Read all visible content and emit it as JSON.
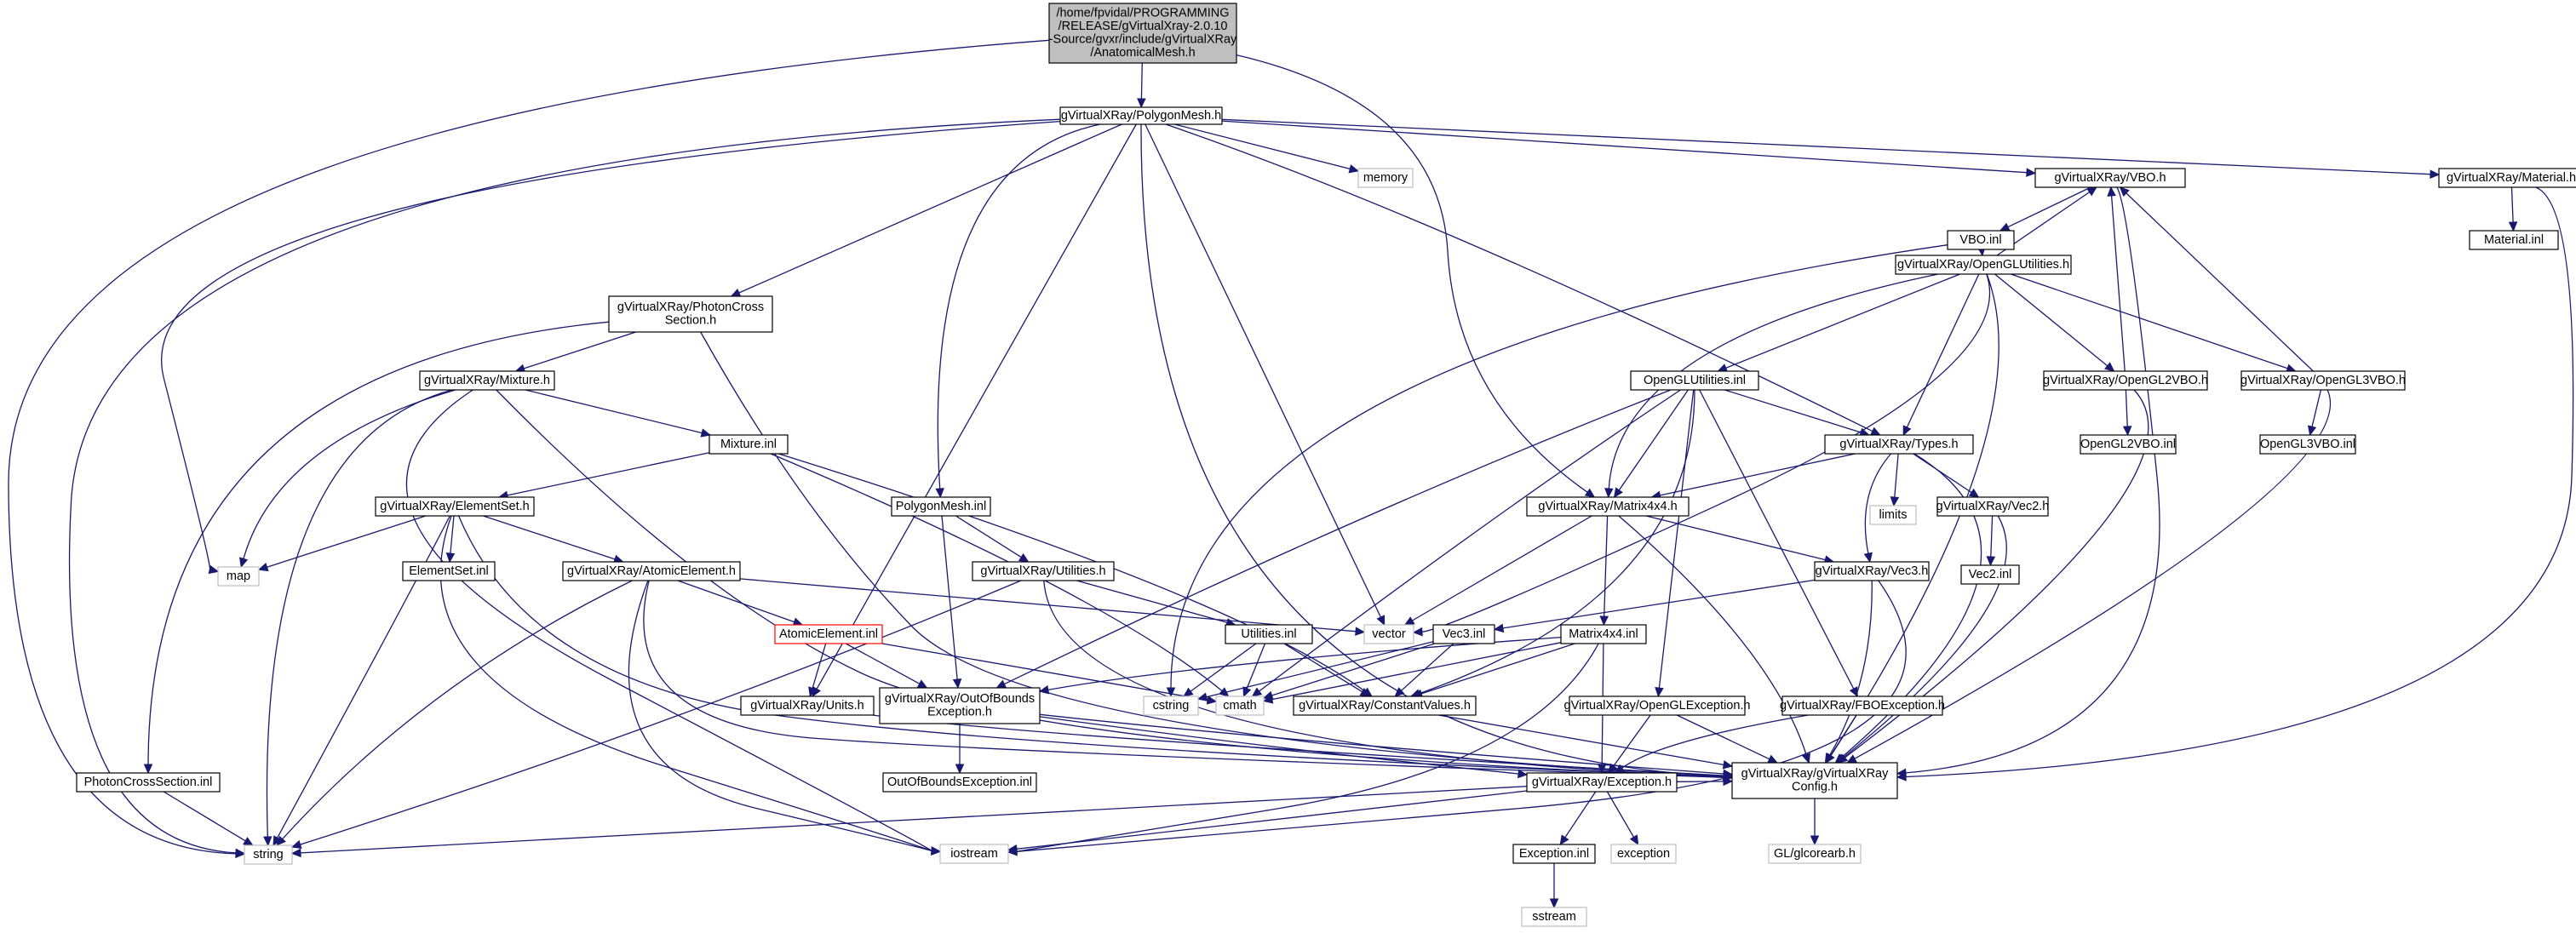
{
  "colors": {
    "edge": "#191970",
    "root_fill": "#bfbfbf",
    "node_border": "#000000",
    "ext_border": "#bfbfbf",
    "highlight_border": "#ff0000",
    "fill": "#ffffff"
  },
  "nodes": {
    "root": [
      "/home/fpvidal/PROGRAMMING",
      "/RELEASE/gVirtualXray-2.0.10",
      "-Source/gvxr/include/gVirtualXRay",
      "/AnatomicalMesh.h"
    ],
    "polygonmesh": [
      "gVirtualXRay/PolygonMesh.h"
    ],
    "string": [
      "string"
    ],
    "map": [
      "map"
    ],
    "memory": [
      "memory"
    ],
    "vbo_h": [
      "gVirtualXRay/VBO.h"
    ],
    "material_h": [
      "gVirtualXRay/Material.h"
    ],
    "material_inl": [
      "Material.inl"
    ],
    "vbo_inl": [
      "VBO.inl"
    ],
    "photoncross_h": [
      "gVirtualXRay/PhotonCross",
      "Section.h"
    ],
    "opengl_util_h": [
      "gVirtualXRay/OpenGLUtilities.h"
    ],
    "mixture_h": [
      "gVirtualXRay/Mixture.h"
    ],
    "opengl_util_inl": [
      "OpenGLUtilities.inl"
    ],
    "opengl2vbo_h": [
      "gVirtualXRay/OpenGL2VBO.h"
    ],
    "opengl3vbo_h": [
      "gVirtualXRay/OpenGL3VBO.h"
    ],
    "mixture_inl": [
      "Mixture.inl"
    ],
    "types_h": [
      "gVirtualXRay/Types.h"
    ],
    "opengl2vbo_inl": [
      "OpenGL2VBO.inl"
    ],
    "opengl3vbo_inl": [
      "OpenGL3VBO.inl"
    ],
    "elementset_h": [
      "gVirtualXRay/ElementSet.h"
    ],
    "polygonmesh_inl": [
      "PolygonMesh.inl"
    ],
    "limits": [
      "limits"
    ],
    "matrix4x4_h": [
      "gVirtualXRay/Matrix4x4.h"
    ],
    "vec2_h": [
      "gVirtualXRay/Vec2.h"
    ],
    "vec2_inl": [
      "Vec2.inl"
    ],
    "elementset_inl": [
      "ElementSet.inl"
    ],
    "atomicelement_h": [
      "gVirtualXRay/AtomicElement.h"
    ],
    "utilities_h": [
      "gVirtualXRay/Utilities.h"
    ],
    "vec3_h": [
      "gVirtualXRay/Vec3.h"
    ],
    "vector": [
      "vector"
    ],
    "vec3_inl": [
      "Vec3.inl"
    ],
    "atomicelement_inl": [
      "AtomicElement.inl"
    ],
    "utilities_inl": [
      "Utilities.inl"
    ],
    "matrix4x4_inl": [
      "Matrix4x4.inl"
    ],
    "units_h": [
      "gVirtualXRay/Units.h"
    ],
    "outofbounds_h": [
      "gVirtualXRay/OutOfBounds",
      "Exception.h"
    ],
    "cstring": [
      "cstring"
    ],
    "cmath": [
      "cmath"
    ],
    "constantvalues_h": [
      "gVirtualXRay/ConstantValues.h"
    ],
    "openglexception_h": [
      "gVirtualXRay/OpenGLException.h"
    ],
    "fboexception_h": [
      "gVirtualXRay/FBOException.h"
    ],
    "photoncross_inl": [
      "PhotonCrossSection.inl"
    ],
    "outofbounds_inl": [
      "OutOfBoundsException.inl"
    ],
    "exception_h": [
      "gVirtualXRay/Exception.h"
    ],
    "config_h": [
      "gVirtualXRay/gVirtualXRay",
      "Config.h"
    ],
    "exception": [
      "exception"
    ],
    "iostream": [
      "iostream"
    ],
    "glcorearb": [
      "GL/glcorearb.h"
    ],
    "exception_inl": [
      "Exception.inl"
    ],
    "sstream": [
      "sstream"
    ]
  }
}
